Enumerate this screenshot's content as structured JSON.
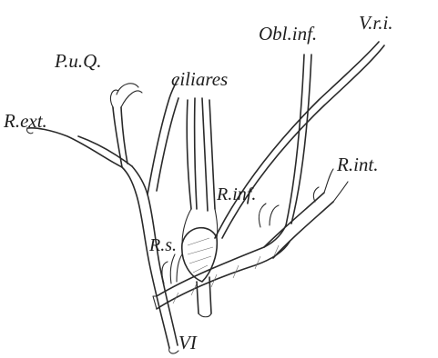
{
  "figure": {
    "labels": {
      "puq": "P.u.Q.",
      "ciliares": "ciliares",
      "obl_inf": "Obl.inf.",
      "vri": "V.r.i.",
      "r_ext": "R.ext.",
      "r_int": "R.int.",
      "r_inf": "R.inf.",
      "r_s": "R.s.",
      "vi": "VI"
    },
    "colors": {
      "ink": "#2a2a2a",
      "background": "#ffffff"
    }
  }
}
